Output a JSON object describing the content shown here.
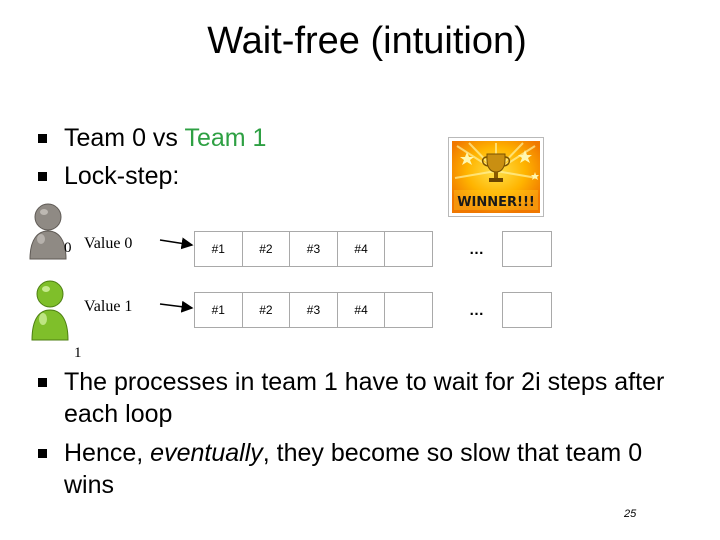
{
  "title": "Wait-free (intuition)",
  "bullets": {
    "b1_prefix": "Team 0 vs ",
    "b1_highlight": "Team 1",
    "b2": "Lock-step:",
    "b3": "The processes in team 1 have to wait for 2i steps after each loop",
    "b4_prefix": "Hence, ",
    "b4_em": "eventually",
    "b4_suffix": ", they become so slow that team 0 wins"
  },
  "colors": {
    "team1_text": "#2ea043",
    "person0": "#8f8a84",
    "person1": "#7fbf2a"
  },
  "winner_badge": {
    "icon": "winner-trophy-icon",
    "text": "WINNER!!!"
  },
  "diagram": {
    "team0_small_label": "0",
    "team1_small_label": "1",
    "rows": [
      {
        "label": "Value 0",
        "cells": [
          "#1",
          "#2",
          "#3",
          "#4",
          ""
        ],
        "ellipsis": "…"
      },
      {
        "label": "Value 1",
        "cells": [
          "#1",
          "#2",
          "#3",
          "#4",
          ""
        ],
        "ellipsis": "…"
      }
    ]
  },
  "page_number": "25"
}
